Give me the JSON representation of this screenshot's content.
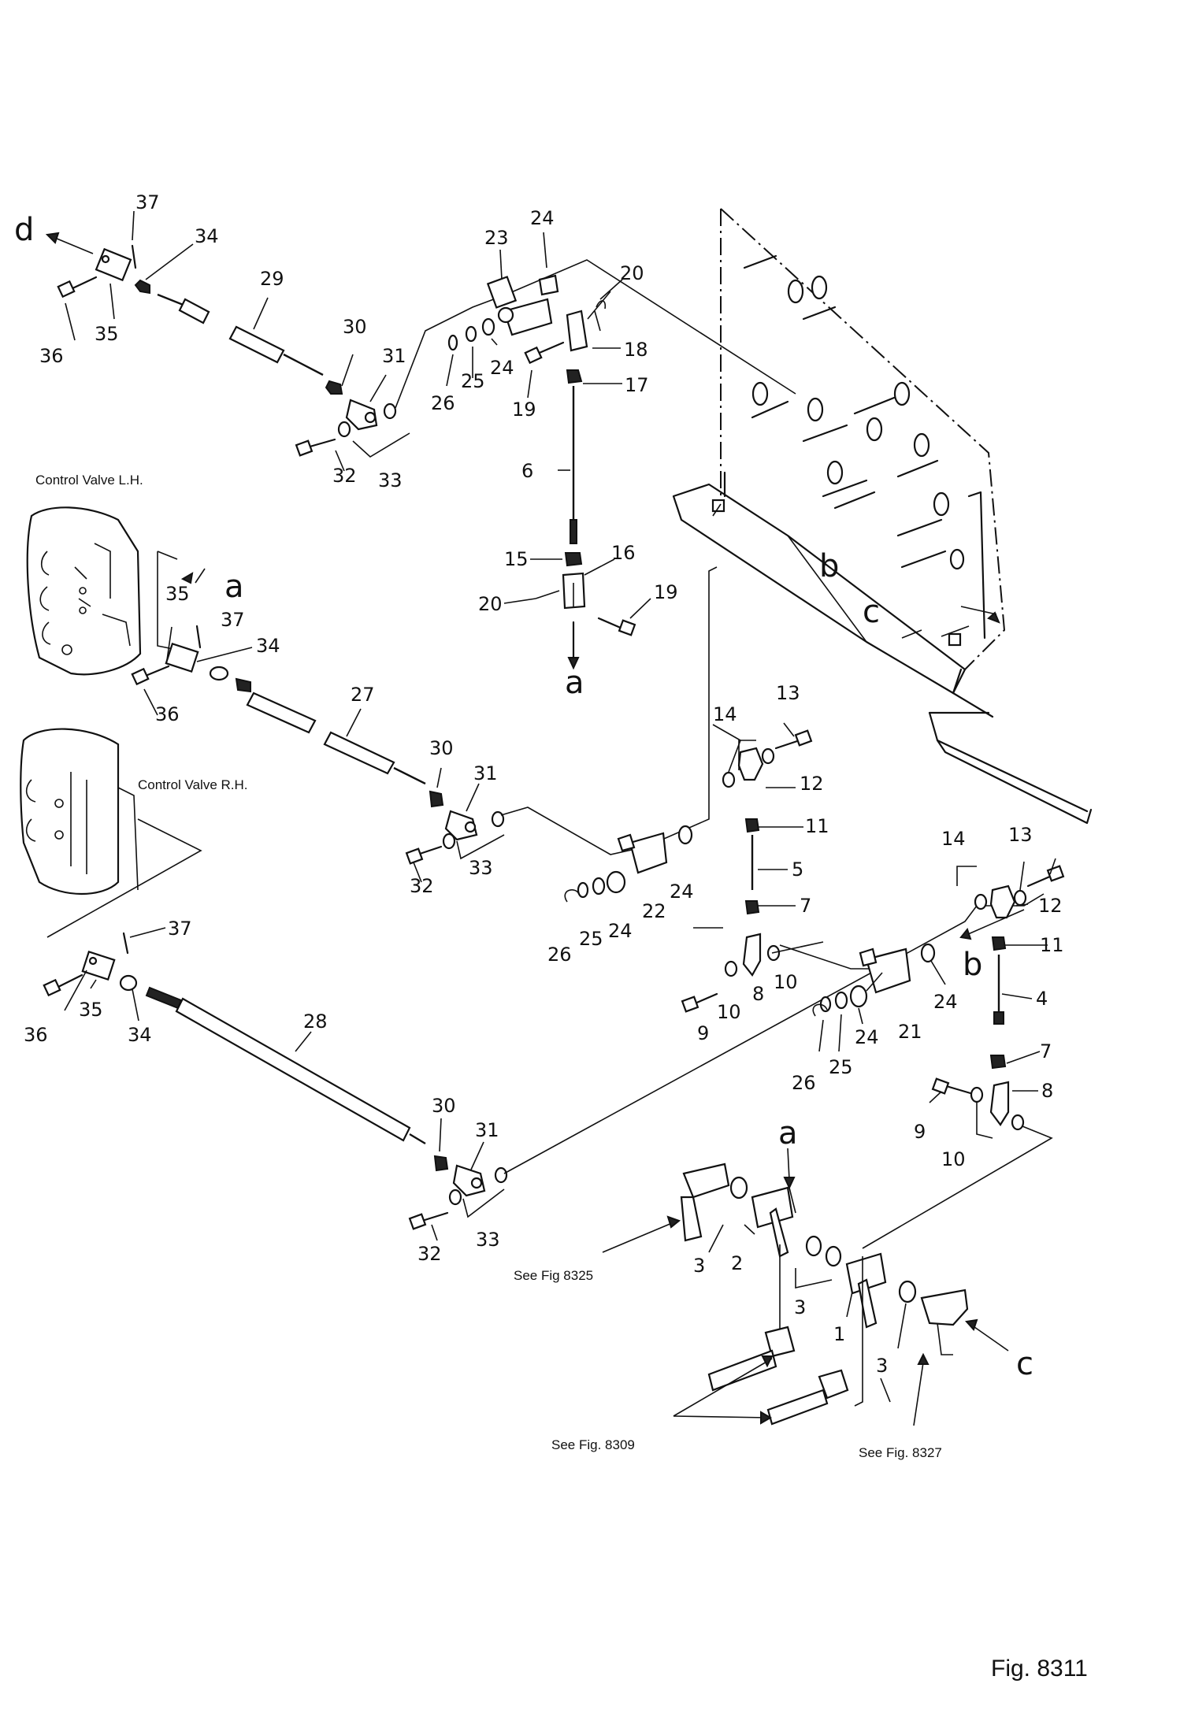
{
  "figure_label": "Fig. 8311",
  "captions": {
    "control_valve_lh": "Control Valve L.H.",
    "control_valve_rh": "Control Valve R.H.",
    "see_fig_8325": "See Fig 8325",
    "see_fig_8309": "See Fig. 8309",
    "see_fig_8327": "See Fig. 8327"
  },
  "arrow_letters": {
    "d": "d",
    "a_upper": "a",
    "a_mid": "a",
    "b_frame": "b",
    "c_frame": "c",
    "b_right": "b",
    "a_lower": "a",
    "c_lower": "c"
  },
  "callouts": [
    {
      "id": "c01",
      "text": "37"
    },
    {
      "id": "c02",
      "text": "34"
    },
    {
      "id": "c03",
      "text": "36"
    },
    {
      "id": "c04",
      "text": "35"
    },
    {
      "id": "c05",
      "text": "29"
    },
    {
      "id": "c06",
      "text": "30"
    },
    {
      "id": "c07",
      "text": "31"
    },
    {
      "id": "c08",
      "text": "32"
    },
    {
      "id": "c09",
      "text": "33"
    },
    {
      "id": "c10",
      "text": "26"
    },
    {
      "id": "c11",
      "text": "25"
    },
    {
      "id": "c12",
      "text": "24"
    },
    {
      "id": "c13",
      "text": "23"
    },
    {
      "id": "c14",
      "text": "24"
    },
    {
      "id": "c15",
      "text": "20"
    },
    {
      "id": "c16",
      "text": "18"
    },
    {
      "id": "c17",
      "text": "19"
    },
    {
      "id": "c18",
      "text": "17"
    },
    {
      "id": "c19",
      "text": "6"
    },
    {
      "id": "c20",
      "text": "15"
    },
    {
      "id": "c21",
      "text": "16"
    },
    {
      "id": "c22",
      "text": "20"
    },
    {
      "id": "c23",
      "text": "19"
    },
    {
      "id": "c24",
      "text": "35"
    },
    {
      "id": "c25",
      "text": "37"
    },
    {
      "id": "c26",
      "text": "34"
    },
    {
      "id": "c27",
      "text": "36"
    },
    {
      "id": "c28",
      "text": "27"
    },
    {
      "id": "c29",
      "text": "30"
    },
    {
      "id": "c30",
      "text": "31"
    },
    {
      "id": "c31",
      "text": "32"
    },
    {
      "id": "c32",
      "text": "33"
    },
    {
      "id": "c33",
      "text": "14"
    },
    {
      "id": "c34",
      "text": "13"
    },
    {
      "id": "c35",
      "text": "12"
    },
    {
      "id": "c36",
      "text": "11"
    },
    {
      "id": "c37",
      "text": "5"
    },
    {
      "id": "c38",
      "text": "7"
    },
    {
      "id": "c39",
      "text": "26"
    },
    {
      "id": "c40",
      "text": "25"
    },
    {
      "id": "c41",
      "text": "24"
    },
    {
      "id": "c42",
      "text": "22"
    },
    {
      "id": "c43",
      "text": "24"
    },
    {
      "id": "c44",
      "text": "37"
    },
    {
      "id": "c45",
      "text": "36"
    },
    {
      "id": "c46",
      "text": "35"
    },
    {
      "id": "c47",
      "text": "34"
    },
    {
      "id": "c48",
      "text": "28"
    },
    {
      "id": "c49",
      "text": "30"
    },
    {
      "id": "c50",
      "text": "31"
    },
    {
      "id": "c51",
      "text": "32"
    },
    {
      "id": "c52",
      "text": "33"
    },
    {
      "id": "c53",
      "text": "8"
    },
    {
      "id": "c54",
      "text": "10"
    },
    {
      "id": "c55",
      "text": "9"
    },
    {
      "id": "c56",
      "text": "10"
    },
    {
      "id": "c57",
      "text": "14"
    },
    {
      "id": "c58",
      "text": "13"
    },
    {
      "id": "c59",
      "text": "12"
    },
    {
      "id": "c60",
      "text": "11"
    },
    {
      "id": "c61",
      "text": "4"
    },
    {
      "id": "c62",
      "text": "7"
    },
    {
      "id": "c63",
      "text": "8"
    },
    {
      "id": "c64",
      "text": "9"
    },
    {
      "id": "c65",
      "text": "10"
    },
    {
      "id": "c66",
      "text": "21"
    },
    {
      "id": "c67",
      "text": "24"
    },
    {
      "id": "c68",
      "text": "24"
    },
    {
      "id": "c69",
      "text": "25"
    },
    {
      "id": "c70",
      "text": "26"
    },
    {
      "id": "c71",
      "text": "3"
    },
    {
      "id": "c72",
      "text": "2"
    },
    {
      "id": "c73",
      "text": "3"
    },
    {
      "id": "c74",
      "text": "1"
    },
    {
      "id": "c75",
      "text": "3"
    }
  ]
}
